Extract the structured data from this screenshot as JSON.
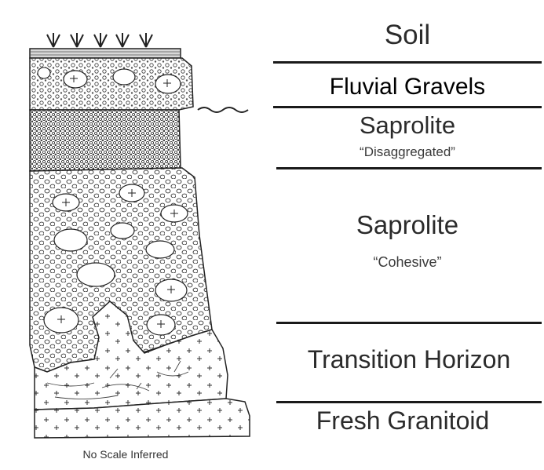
{
  "figure": {
    "layers": [
      {
        "id": "soil",
        "name": "Soil"
      },
      {
        "id": "fluvial-gravels",
        "name": "Fluvial Gravels"
      },
      {
        "id": "saprolite-disaggregated",
        "name": "Saprolite",
        "note": "“Disaggregated”"
      },
      {
        "id": "saprolite-cohesive",
        "name": "Saprolite",
        "note": "“Cohesive”"
      },
      {
        "id": "transition-horizon",
        "name": "Transition Horizon"
      },
      {
        "id": "fresh-granitoid",
        "name": "Fresh Granitoid"
      }
    ],
    "caption": "No Scale Inferred"
  }
}
